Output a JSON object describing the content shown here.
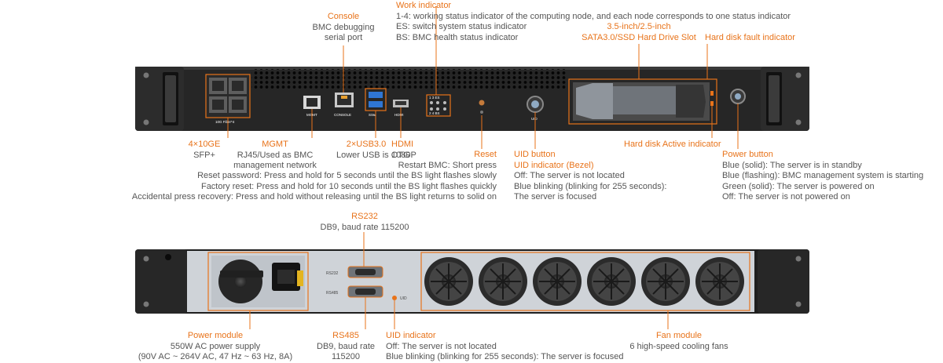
{
  "top": {
    "console": {
      "title": "Console",
      "lines": [
        "BMC debugging",
        "serial port"
      ]
    },
    "work": {
      "title": "Work indicator",
      "lines": [
        "1-4: working status indicator of the computing node, and each node corresponds to one status indicator",
        "ES: switch system status indicator",
        "BS: BMC health status indicator"
      ]
    },
    "drive_slot": {
      "title_lines": [
        "3.5-inch/2.5-inch",
        "SATA3.0/SSD Hard Drive Slot"
      ]
    },
    "hd_fault": {
      "title": "Hard disk fault indicator"
    },
    "sfp": {
      "title": "4×10GE",
      "lines": [
        "SFP+"
      ]
    },
    "mgmt": {
      "title": "MGMT",
      "lines": [
        "RJ45/Used as BMC",
        "management network"
      ]
    },
    "usb": {
      "title": "2×USB3.0",
      "lines": [
        "Lower USB is OTG"
      ]
    },
    "hdmi": {
      "title": "HDMI",
      "lines": [
        "1080P"
      ]
    },
    "reset": {
      "title": "Reset",
      "lines": [
        "Restart BMC: Short press",
        "Reset password: Press and hold for 5 seconds until the BS light flashes slowly",
        "Factory reset: Press and hold for 10 seconds until the BS light flashes quickly",
        "Accidental press recovery: Press and hold without releasing until the BS light returns to solid on"
      ]
    },
    "uid_button": {
      "title": "UID button",
      "subtitle": "UID indicator (Bezel)",
      "lines": [
        "Off: The server is not located",
        "Blue blinking (blinking for 255 seconds):",
        "The server is focused"
      ]
    },
    "hd_active": {
      "title": "Hard disk Active indicator"
    },
    "power_button": {
      "title": "Power button",
      "lines": [
        "Blue (solid): The server is in standby",
        "Blue (flashing): BMC management system is starting",
        "Green (solid): The server is powered on",
        "Off: The server is not powered on"
      ]
    }
  },
  "front_panel_text": {
    "sfp": "10G Fiber*4",
    "mgmt": "MGMT",
    "console": "CONSOLE",
    "usb": "SS⇆",
    "hdmi": "HDMI",
    "led_top": "1  3  ES",
    "led_bottom": "2  4  BS",
    "uid": "UID"
  },
  "bottom": {
    "rs232": {
      "title": "RS232",
      "lines": [
        "DB9, baud rate 115200"
      ]
    },
    "power_module": {
      "title": "Power module",
      "lines": [
        "550W AC power supply",
        "(90V AC ~ 264V AC, 47 Hz ~ 63 Hz, 8A)"
      ]
    },
    "rs485": {
      "title": "RS485",
      "lines": [
        "DB9, baud rate",
        "115200"
      ]
    },
    "uid_indicator": {
      "title": "UID indicator",
      "lines": [
        "Off: The server is not located",
        "Blue blinking (blinking for 255 seconds): The server is focused"
      ]
    },
    "fan_module": {
      "title": "Fan module",
      "lines": [
        "6 high-speed cooling fans"
      ]
    }
  },
  "rear_panel_text": {
    "rs232": "RS232",
    "rs485": "RS485",
    "uid": "UID"
  },
  "colors": {
    "accent": "#e8731a",
    "chassis": "#1e1e1e",
    "panel": "#d4d7db",
    "text": "#555555"
  }
}
